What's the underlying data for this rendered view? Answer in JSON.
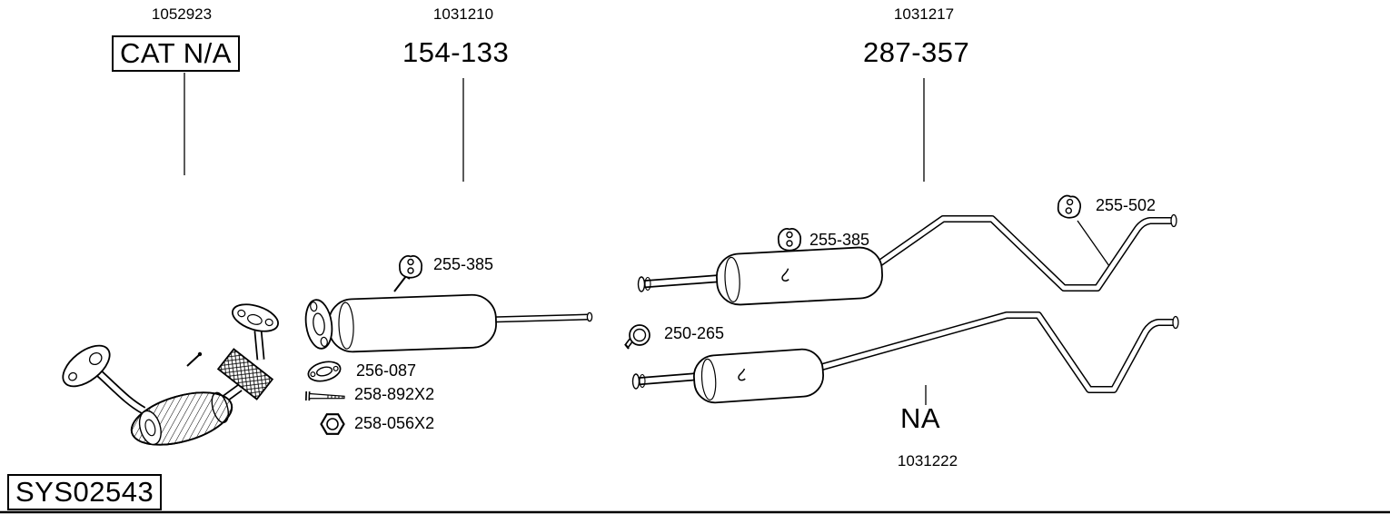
{
  "colors": {
    "line": "#000000",
    "background": "#ffffff"
  },
  "header": {
    "cat": {
      "ref": "1052923",
      "label": "CAT N/A"
    },
    "mid": {
      "ref": "1031210",
      "label": "154-133"
    },
    "rear": {
      "ref": "1031217",
      "label": "287-357"
    }
  },
  "parts": {
    "hanger_mid": {
      "id": "255-385",
      "icon": "hanger-icon"
    },
    "gasket": {
      "id": "256-087",
      "icon": "gasket-icon"
    },
    "bolt": {
      "id": "258-892X2",
      "icon": "bolt-icon"
    },
    "nut": {
      "id": "258-056X2",
      "icon": "nut-icon"
    },
    "hanger_rear": {
      "id": "255-385",
      "icon": "hanger-icon"
    },
    "hanger_tail": {
      "id": "255-502",
      "icon": "hanger-icon"
    },
    "clamp": {
      "id": "250-265",
      "icon": "clamp-icon"
    }
  },
  "footer_variant": {
    "label": "NA",
    "ref": "1031222"
  },
  "system_code": "SYS02543"
}
